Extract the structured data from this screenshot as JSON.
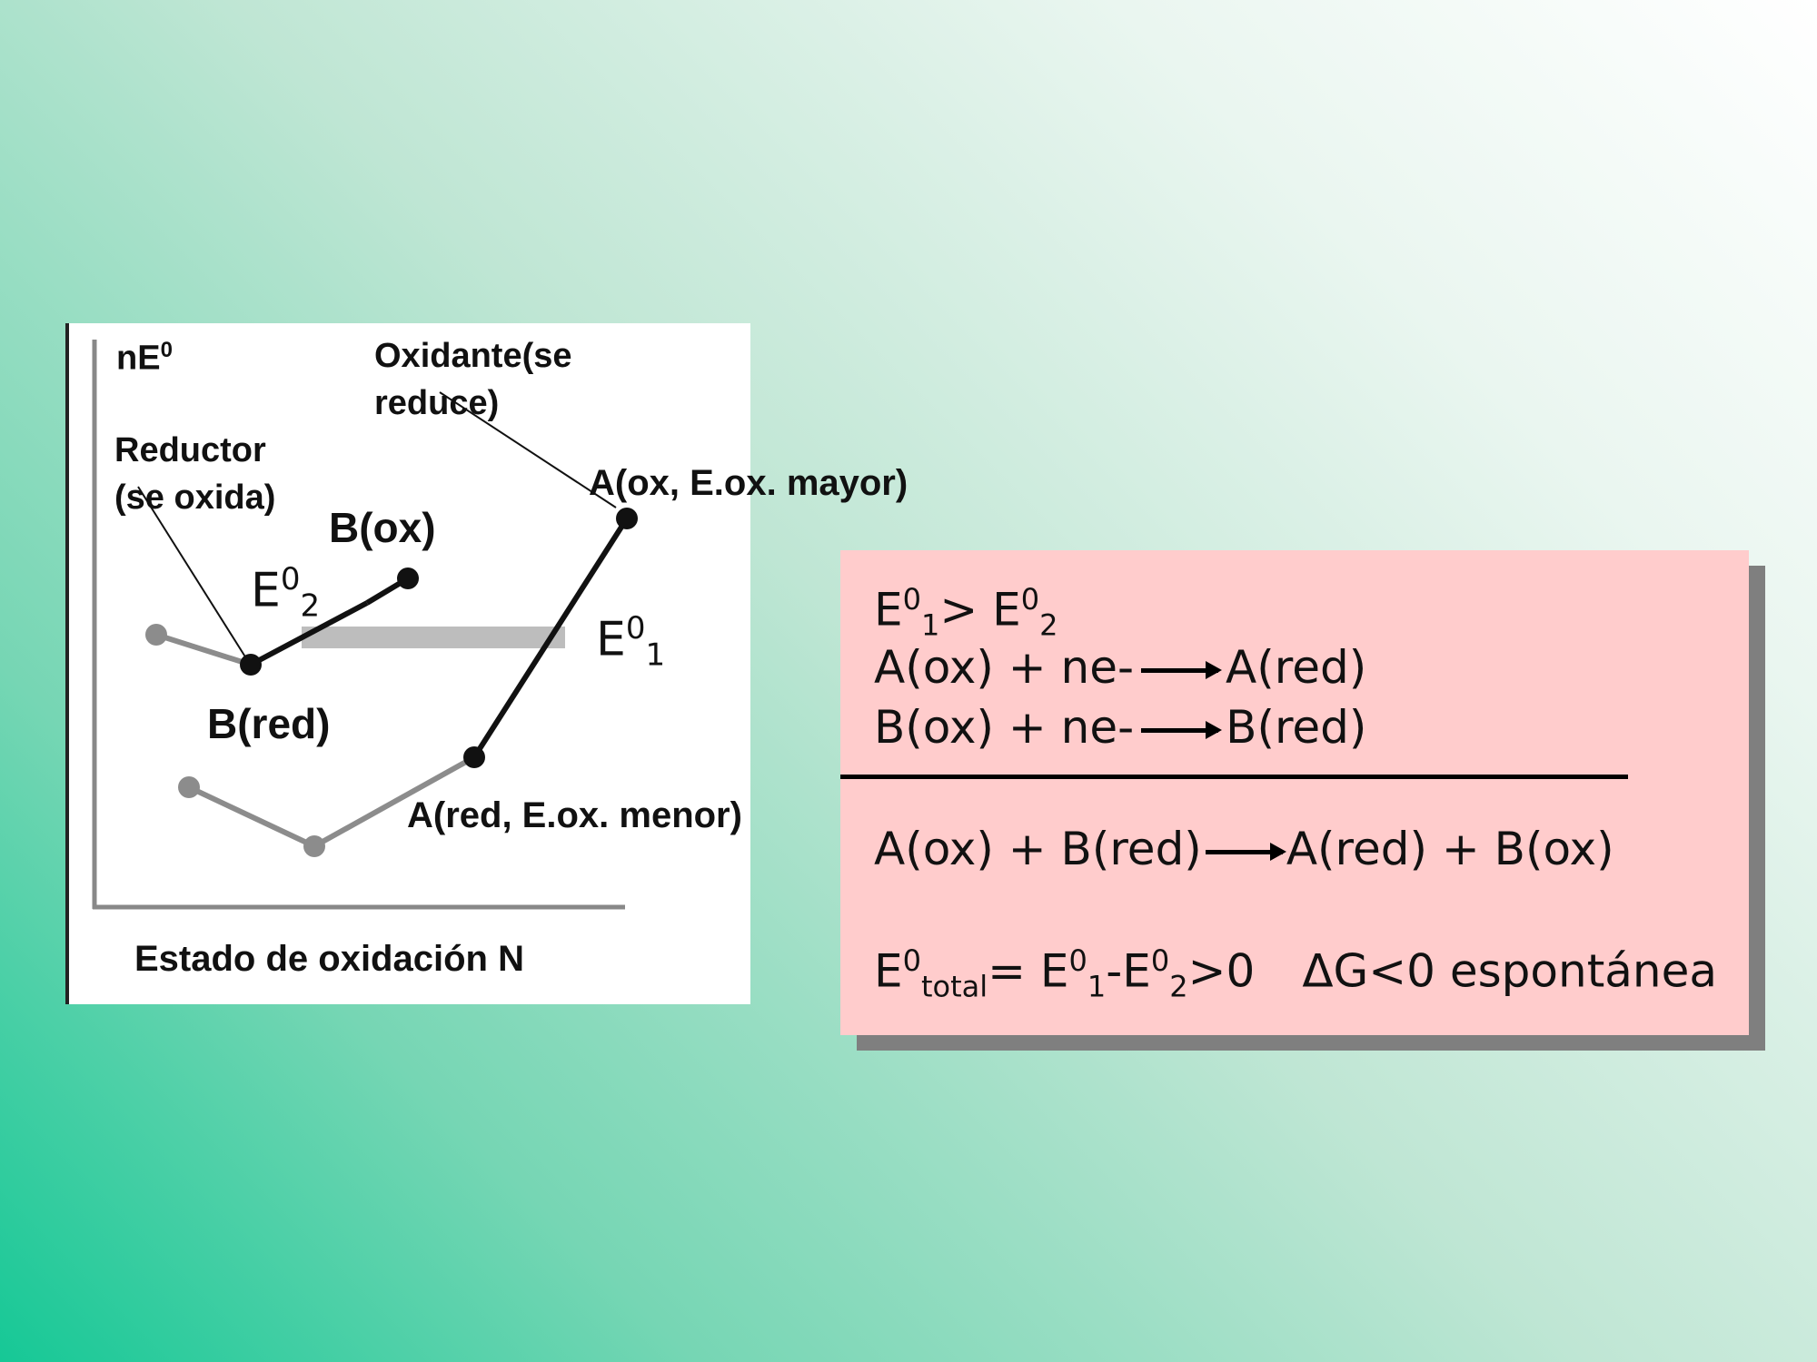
{
  "diagram": {
    "y_label": "nE",
    "y_label_sup": "0",
    "x_label": "Estado de oxidación N",
    "oxidante_label_1": "Oxidante(se",
    "oxidante_label_2": "reduce)",
    "reductor_label_1": "Reductor",
    "reductor_label_2": "(se oxida)",
    "a_ox_label": "A(ox, E.ox. mayor)",
    "b_ox_label": "B(ox)",
    "b_red_label": "B(red)",
    "a_red_label": "A(red, E.ox. menor)",
    "e2": {
      "base": "E",
      "sup": "0",
      "sub": "2"
    },
    "e1": {
      "base": "E",
      "sup": "0",
      "sub": "1"
    },
    "colors": {
      "line_dark": "#111111",
      "line_gray": "#8c8c8c",
      "band": "#bdbdbd"
    }
  },
  "equations": {
    "cond": {
      "e": "E",
      "sup1": "0",
      "sub1": "1",
      "gt": "> E",
      "sup2": "0",
      "sub2": "2"
    },
    "half_a_left": "A(ox) + ne-",
    "half_a_right": "A(red)",
    "half_b_left": "B(ox) + ne-",
    "half_b_right": "B(red)",
    "overall_left": "A(ox) + B(red)",
    "overall_right": "A(red) + B(ox)",
    "total": {
      "e": "E",
      "sup": "0",
      "sub": "total",
      "eq": "= E",
      "sup1": "0",
      "sub1": "1",
      "minus": "-E",
      "sup2": "0",
      "sub2": "2",
      "tail": ">0",
      "dg": "ΔG<0 espontánea"
    },
    "colors": {
      "box": "#ffcccc",
      "shadow": "#7f7f7f"
    }
  }
}
